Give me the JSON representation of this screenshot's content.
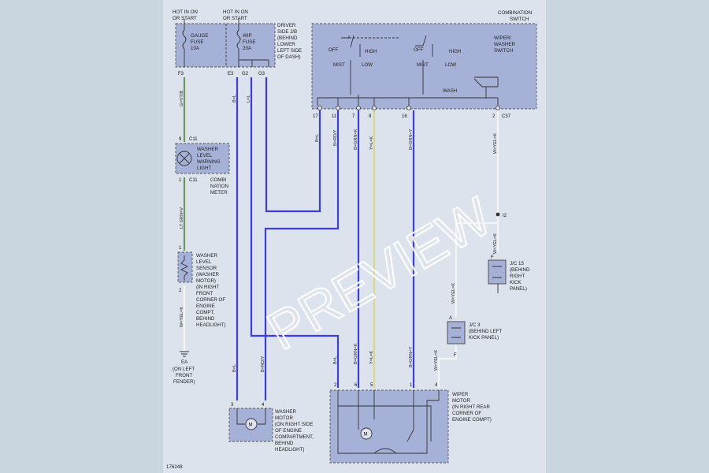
{
  "figure_number": "176248",
  "watermark": "PREVIEW",
  "power": {
    "left": [
      "HOT IN ON",
      "OR START"
    ],
    "right": [
      "HOT IN ON",
      "OR START"
    ]
  },
  "junction_block": [
    "DRIVER",
    "SIDE J/B",
    "(BEHIND",
    "LOWER",
    "LEFT SIDE",
    "OF DASH)"
  ],
  "fuses": [
    {
      "lines": [
        "GAUGE",
        "FUSE",
        "10A"
      ]
    },
    {
      "lines": [
        "WIP",
        "FUSE",
        "20A"
      ]
    }
  ],
  "jb_pins": [
    "F3",
    "E3",
    "G2",
    "G3"
  ],
  "combination_switch": {
    "title": [
      "COMBINATION",
      "SWITCH"
    ],
    "sublabel": [
      "WIPER/",
      "WASHER",
      "SWITCH"
    ],
    "switch1": {
      "off": "OFF",
      "high": "HIGH",
      "mist": "MIST",
      "low": "LOW"
    },
    "switch2": {
      "off": "OFF",
      "high": "HIGH",
      "mist": "MIST",
      "low": "LOW"
    },
    "wash": "WASH",
    "pins": [
      "17",
      "11",
      "7",
      "8",
      "16",
      "2"
    ],
    "connector": "C37"
  },
  "meter": {
    "pin_top": "9",
    "pin_bottom": "1",
    "connector_top": "C11",
    "connector_bottom": "C11",
    "lamp": [
      "WASHER",
      "LEVEL",
      "WARNING",
      "LIGHT"
    ],
    "label": [
      "COMBI",
      "NATION",
      "METER"
    ]
  },
  "level_sensor": {
    "pins": [
      "1",
      "2"
    ],
    "label": [
      "WASHER",
      "LEVEL",
      "SENSOR",
      "(WASHER",
      "MOTOR)",
      "(IN RIGHT",
      "FRONT",
      "CORNER OF",
      "ENGINE",
      "COMPT,",
      "BEHIND",
      "HEADLIGHT)"
    ]
  },
  "ground_ea": {
    "id": "EA",
    "label": [
      "(ON LEFT",
      "FRONT",
      "FENDER)"
    ]
  },
  "washer_motor": {
    "pins": [
      "3",
      "4"
    ],
    "symbol": "M",
    "label": [
      "WASHER",
      "MOTOR",
      "(ON RIGHT SIDE",
      "OF ENGINE",
      "COMPARTMENT,",
      "BEHIND",
      "HEADLIGHT)"
    ]
  },
  "wiper_motor": {
    "pins": [
      "2",
      "6",
      "5",
      "1",
      "4"
    ],
    "symbol": "M",
    "label": [
      "WIPER",
      "MOTOR",
      "(IN RIGHT REAR",
      "CORNER OF",
      "ENGINE COMPT)"
    ]
  },
  "splice": "I2",
  "jc15": {
    "pin": "F",
    "label": [
      "J/C 15",
      "(BEHIND",
      "RIGHT",
      "KICK",
      "PANEL)"
    ]
  },
  "jc3": {
    "pin_top": "A",
    "pin_bottom": "F",
    "label": [
      "J/C 3",
      "(BEHIND LEFT",
      "KICK PANEL)"
    ]
  },
  "wire_labels": {
    "w_f3": "G=VT/B",
    "w_lamp": "LT GRN=V",
    "w_e3": "B=L",
    "w_g2": "L=L",
    "w_17": "B=L",
    "w_11": "B=RD/Y",
    "w_7": "B=GRN=K",
    "w_8": "Y=L=K",
    "w_16": "B=GRN=Y",
    "w_2": "W=YEL=K",
    "w_jc15": "W=YEL=K",
    "w_jc3": "W=YEL=K",
    "w_sensor": "W=YEL=K",
    "w_wm3": "B=L",
    "w_wm4": "B=RD/Y",
    "w_wp2": "B=L",
    "w_wp6": "B=GRN=K",
    "w_wp5": "Y=L=K",
    "w_wp1": "B=GRN=Y",
    "w_wp4": "W=YEL=K"
  }
}
